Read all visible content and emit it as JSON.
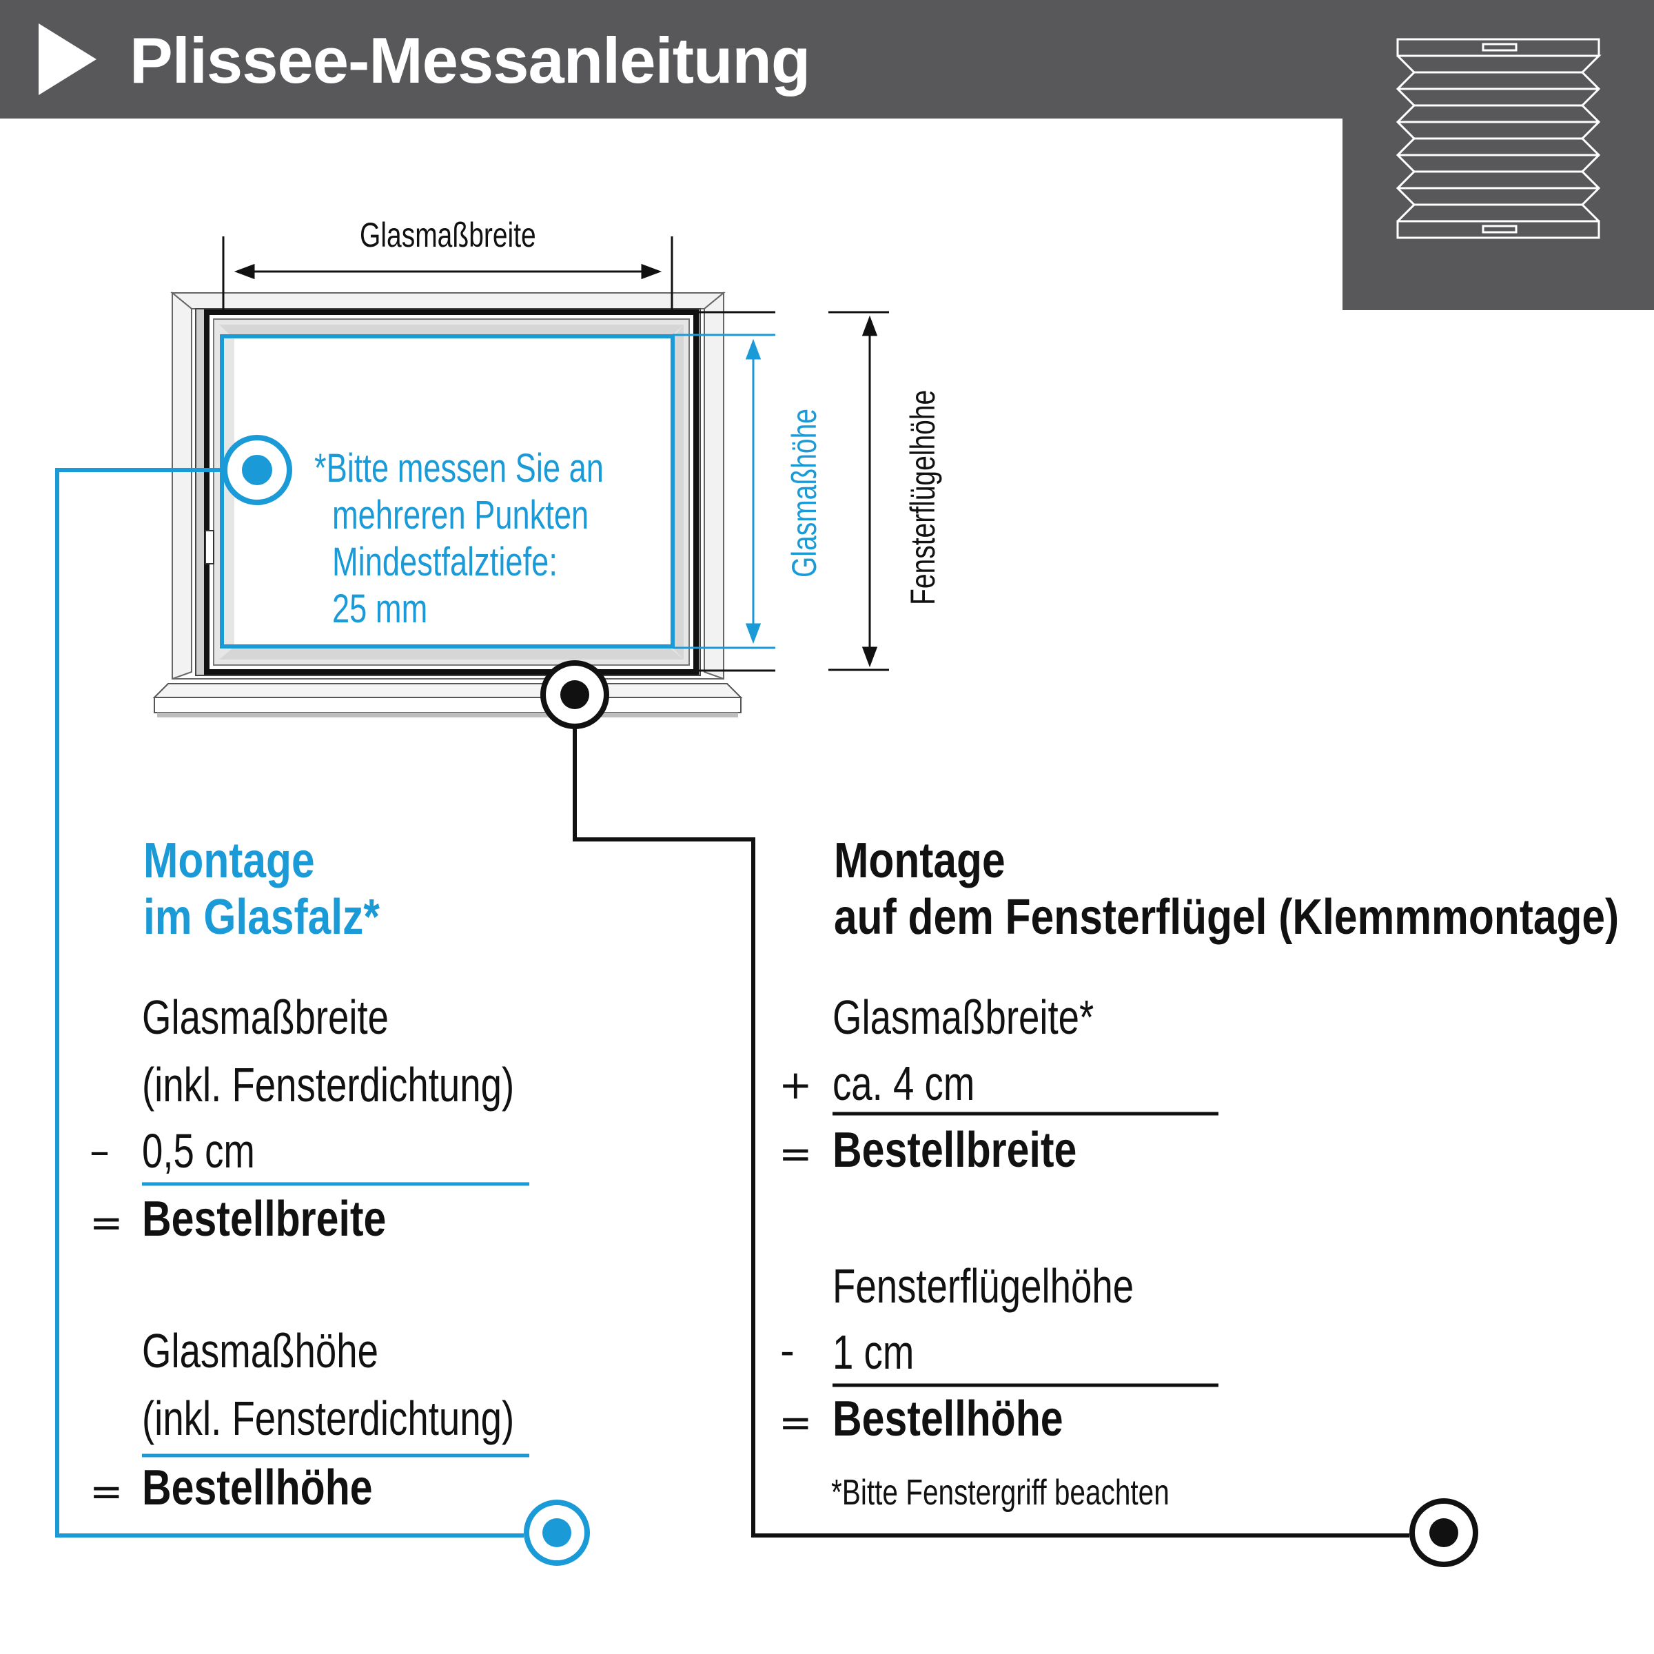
{
  "header": {
    "title": "Plissee-Messanleitung",
    "icon": "play-triangle-icon",
    "badge_icon": "pleated-blind-icon"
  },
  "colors": {
    "header_bg": "#58585a",
    "accent_blue": "#1a9ad6",
    "ink": "#111111"
  },
  "diagram": {
    "top_width_label": "Glasmaßbreite",
    "glass_height_label": "Glasmaßhöhe",
    "sash_height_label": "Fensterflügelhöhe",
    "note_line1": "*Bitte messen Sie an",
    "note_line2": "mehreren Punkten",
    "note_line3": "Mindestfalztiefe:",
    "note_line4": "25 mm"
  },
  "left": {
    "title_line1": "Montage",
    "title_line2": "im Glasfalz*",
    "w_line1": "Glasmaßbreite",
    "w_line2": "(inkl. Fensterdichtung)",
    "w_op": "–",
    "w_value": "0,5 cm",
    "eq": "=",
    "w_result": "Bestellbreite",
    "h_line1": "Glasmaßhöhe",
    "h_line2": "(inkl. Fensterdichtung)",
    "h_result": "Bestellhöhe"
  },
  "right": {
    "title_line1": "Montage",
    "title_line2": "auf dem Fensterflügel (Klemmmontage)",
    "w_line1": "Glasmaßbreite*",
    "w_op": "+",
    "w_value": "ca. 4 cm",
    "eq": "=",
    "w_result": "Bestellbreite",
    "h_line1": "Fensterflügelhöhe",
    "h_op": "-",
    "h_value": "1 cm",
    "h_result": "Bestellhöhe",
    "footnote": "*Bitte Fenstergriff beachten"
  }
}
